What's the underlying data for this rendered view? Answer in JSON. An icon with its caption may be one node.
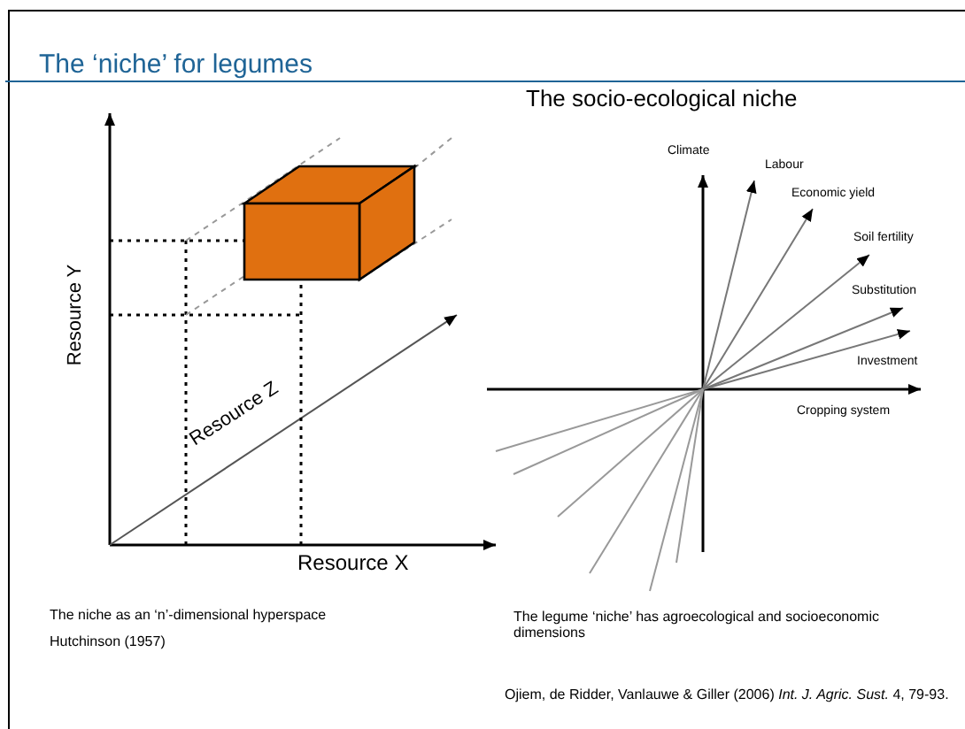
{
  "diagram": {
    "title": "The ‘niche’ for legumes",
    "labels": [
      "The socio-ecological niche",
      "Resource Y",
      "Resource Z",
      "Resource X",
      "Climate",
      "Labour",
      "Economic yield",
      "Soil fertility",
      "Substitution",
      "Investment",
      "Cropping system",
      "The niche as an ‘n’-dimensional hyperspace",
      "Hutchinson (1957)",
      "The legume ‘niche’ has agroecological and socioeconomic dimensions",
      "Ojiem, de Ridder, Vanlauwe & Giller (2006) *Int. J. Agric. Sust.* 4, 79-93."
    ]
  }
}
